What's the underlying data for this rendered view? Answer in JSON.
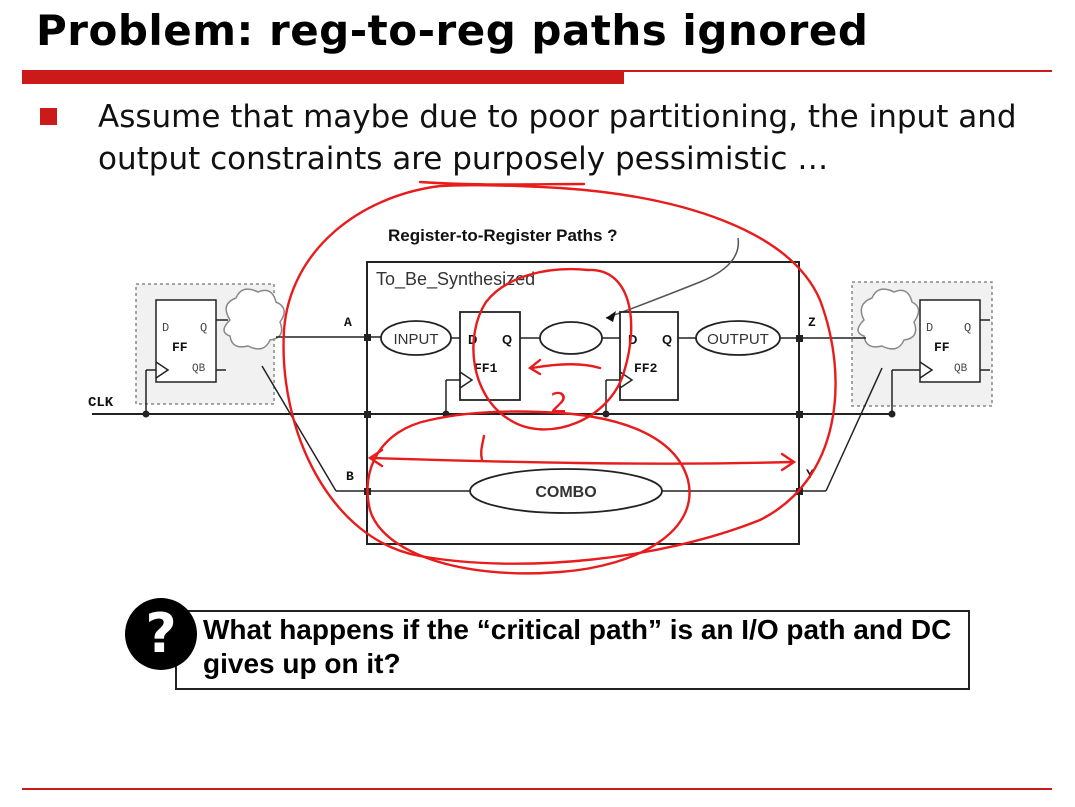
{
  "slide": {
    "title": "Problem: reg-to-reg paths ignored",
    "bullet": "Assume that maybe due to poor partitioning, the input and output constraints are purposely pessimistic …"
  },
  "diagram": {
    "header_label": "Register-to-Register Paths ?",
    "block_label": "To_Be_Synthesized",
    "port_a": "A",
    "port_b": "B",
    "port_z": "Z",
    "port_y": "Y",
    "clk_label": "CLK",
    "input_label": "INPUT",
    "output_label": "OUTPUT",
    "combo_label": "COMBO",
    "ff1_label": "FF1",
    "ff2_label": "FF2",
    "ff_left_label": "FF",
    "ff_right_label": "FF",
    "pin_d": "D",
    "pin_q": "Q",
    "pin_qb": "QB",
    "annotation_number": "2"
  },
  "question": {
    "icon": "?",
    "text": "What happens if the “critical path” is an I/O path and DC gives up on it?"
  },
  "colors": {
    "accent": "#cc1a1a",
    "annotation": "#e81c1c"
  }
}
